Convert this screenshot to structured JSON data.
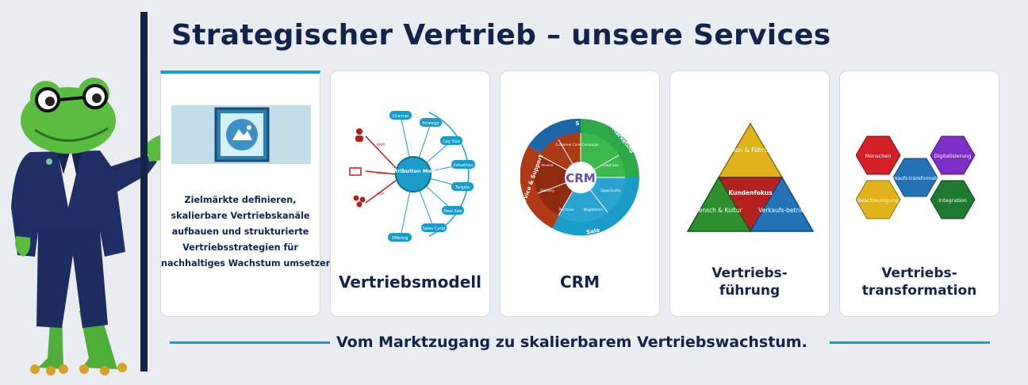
{
  "title": "Strategischer Vertrieb – unsere Services",
  "intro_card": {
    "lines": [
      "Zielmärkte definieren,",
      "skalierbare Vertriebskanäle",
      "aufbauen und strukturierte",
      "Vertriebsstrategien für",
      "nachhaltiges Wachstum umsetzen."
    ]
  },
  "cards": [
    {
      "label": "Vertriebsmodell",
      "diagram": {
        "center": "Distribution Model",
        "branches": [
          "Channel",
          "Strategy",
          "Cpy Size",
          "Industries",
          "Targets",
          "Deal Size",
          "Sales Cycle",
          "Offering"
        ],
        "left_items": [
          "KAM",
          "eCom",
          "VAR"
        ]
      }
    },
    {
      "label": "CRM",
      "diagram": {
        "center": "CRM",
        "segments_outer": [
          "Marketing",
          "Sale",
          "Service & Support",
          "S"
        ],
        "segments_inner": [
          "Customer Care",
          "Campaign",
          "Lead Gen",
          "Opportunity",
          "Negotiation",
          "Purchase",
          "Delivery",
          "Invoice"
        ]
      }
    },
    {
      "label_line1": "Vertriebs-",
      "label_line2": "führung",
      "diagram": {
        "top": "Vision & Führung",
        "center": "Kundenfokus",
        "left": "Mensch & Kultur",
        "right": "Verkaufs-betrieb"
      }
    },
    {
      "label_line1": "Vertriebs-",
      "label_line2": "transformation",
      "diagram": {
        "hexagons": [
          "Menschen",
          "Verkaufs-transformation",
          "Digitalisierung",
          "Beschleunigung",
          "Integration"
        ]
      }
    }
  ],
  "tagline": "Vom Marktzugang zu skalierbarem Vertriebswachstum.",
  "colors": {
    "navy": "#13244a",
    "accent": "#1a9bc8",
    "green": "#3aa843",
    "red": "#b3211f",
    "yellow": "#e0b31c",
    "blue": "#2472b6",
    "purple": "#7b2fc4"
  }
}
